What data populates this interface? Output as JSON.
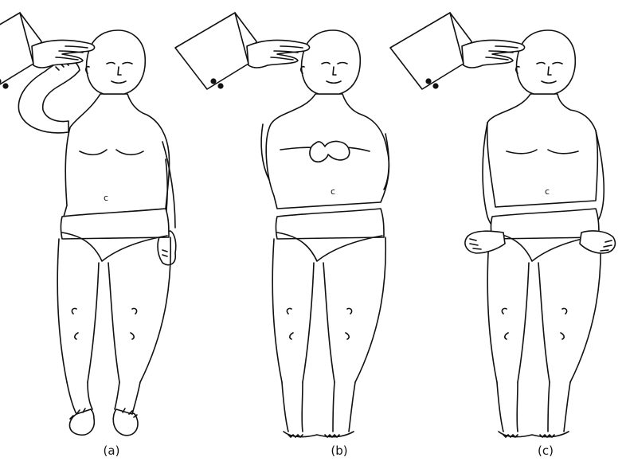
{
  "panels": [
    {
      "id": "a",
      "caption": "(a)"
    },
    {
      "id": "b",
      "caption": "(b)"
    },
    {
      "id": "c",
      "caption": "(c)"
    }
  ],
  "navel_mark": "c",
  "colors": {
    "line": "#111111",
    "background": "#ffffff"
  }
}
